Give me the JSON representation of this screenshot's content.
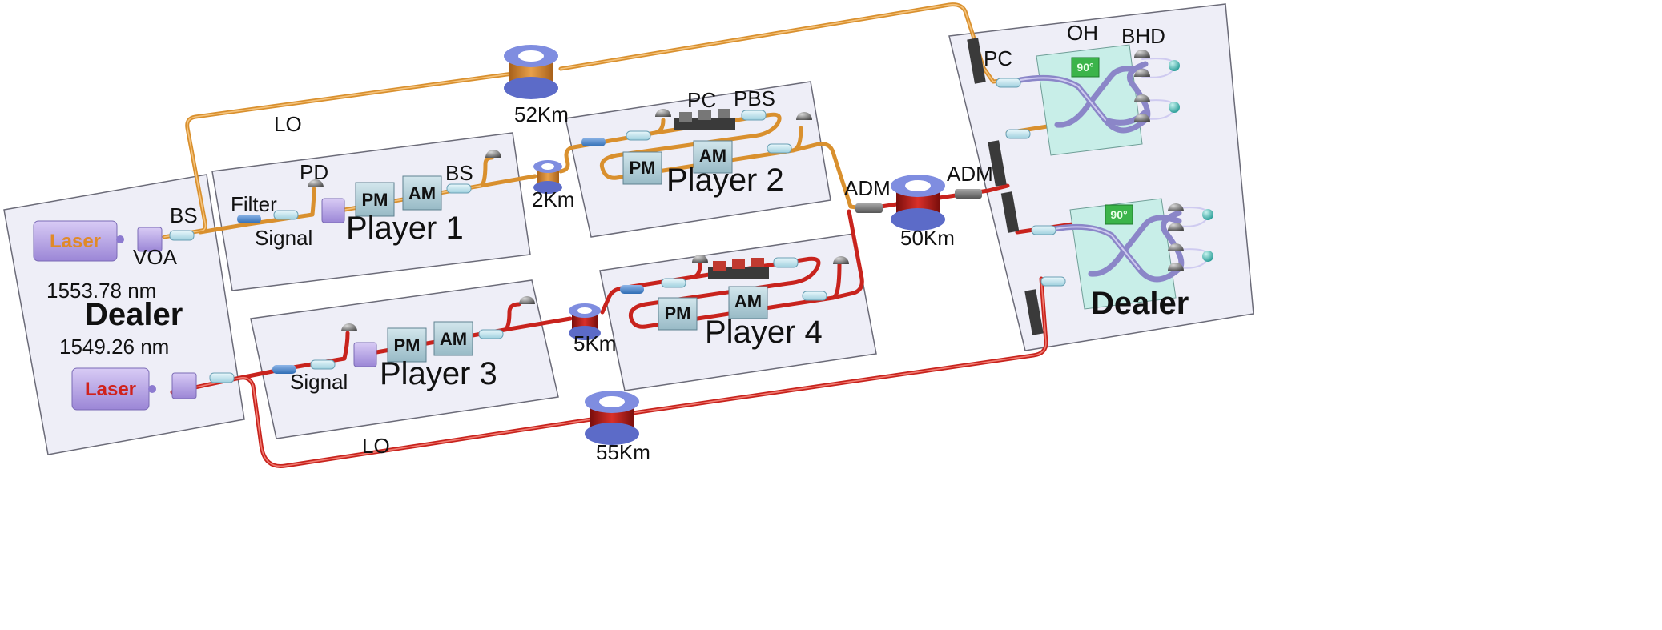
{
  "colors": {
    "panel_fill": "#eeeef7",
    "fiber_orange": "#d9902e",
    "fiber_red": "#c8231d",
    "modulator_box": "#b8d4dc",
    "laser_box": "#b9a6e6",
    "oh_box": "#c8eee8",
    "phase_chip": "#3bb44a",
    "detector": "#6f6f6f",
    "detector_ball": "#2fb5ae",
    "coupler": "#bfe6f0"
  },
  "dealer_left": {
    "title": "Dealer",
    "laser_top": "Laser",
    "laser_bottom": "Laser",
    "wavelength_top": "1553.78 nm",
    "wavelength_bottom": "1549.26 nm",
    "voa": "VOA",
    "bs": "BS"
  },
  "player1": {
    "title": "Player 1",
    "filter": "Filter",
    "signal": "Signal",
    "pd": "PD",
    "pm": "PM",
    "am": "AM",
    "bs": "BS"
  },
  "player2": {
    "title": "Player 2",
    "pc": "PC",
    "pbs": "PBS",
    "pm": "PM",
    "am": "AM"
  },
  "player3": {
    "title": "Player 3",
    "signal": "Signal",
    "pm": "PM",
    "am": "AM"
  },
  "player4": {
    "title": "Player 4",
    "pm": "PM",
    "am": "AM"
  },
  "links": {
    "lo_top": "LO",
    "lo_bottom": "LO",
    "spool_52": "52Km",
    "spool_2": "2Km",
    "spool_5": "5Km",
    "spool_50": "50Km",
    "spool_55": "55Km",
    "adm_left": "ADM",
    "adm_right": "ADM"
  },
  "dealer_right": {
    "title": "Dealer",
    "pc": "PC",
    "oh": "OH",
    "bhd": "BHD",
    "hybrid_top": "90°",
    "hybrid_bottom": "90°"
  }
}
